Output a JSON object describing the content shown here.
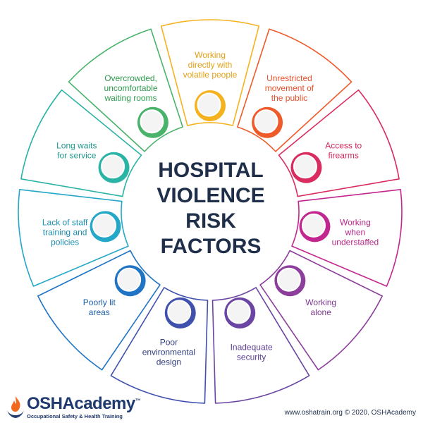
{
  "title_lines": [
    "HOSPITAL",
    "VIOLENCE",
    "RISK",
    "FACTORS"
  ],
  "title_color": "#1f2f4a",
  "segments": [
    {
      "lines": [
        "Working",
        "directly with",
        "volatile people"
      ],
      "color": "#f5b21f",
      "text_color": "#e4a015"
    },
    {
      "lines": [
        "Unrestricted",
        "movement of",
        "the public"
      ],
      "color": "#ef5a2a",
      "text_color": "#e8502a"
    },
    {
      "lines": [
        "Access to",
        "firearms"
      ],
      "color": "#d92c5f",
      "text_color": "#d3285a"
    },
    {
      "lines": [
        "Working",
        "when",
        "understaffed"
      ],
      "color": "#c2278f",
      "text_color": "#b92688"
    },
    {
      "lines": [
        "Working",
        "alone"
      ],
      "color": "#8d3e9c",
      "text_color": "#7d3a8e"
    },
    {
      "lines": [
        "Inadequate",
        "security"
      ],
      "color": "#6a45a3",
      "text_color": "#5b3d92"
    },
    {
      "lines": [
        "Poor",
        "environmental",
        "design"
      ],
      "color": "#3f51ad",
      "text_color": "#2f3c7e"
    },
    {
      "lines": [
        "Poorly lit",
        "areas"
      ],
      "color": "#1f74c4",
      "text_color": "#1f5fa8"
    },
    {
      "lines": [
        "Lack of staff",
        "training and",
        "policies"
      ],
      "color": "#25a7c8",
      "text_color": "#1c8fb0"
    },
    {
      "lines": [
        "Long waits",
        "for service"
      ],
      "color": "#2bb3a6",
      "text_color": "#1e9a8e"
    },
    {
      "lines": [
        "Overcrowded,",
        "uncomfortable",
        "waiting rooms"
      ],
      "color": "#4ab36b",
      "text_color": "#2e9a4e"
    }
  ],
  "logo": {
    "name": "OSHAcademy",
    "trademark": "™",
    "tagline": "Occupational Safety & Health Training",
    "icon": "flame-hands-icon",
    "name_color": "#1f3a6e",
    "flame_color": "#f26a1f"
  },
  "credit": "www.oshatrain.org © 2020. OSHAcademy"
}
